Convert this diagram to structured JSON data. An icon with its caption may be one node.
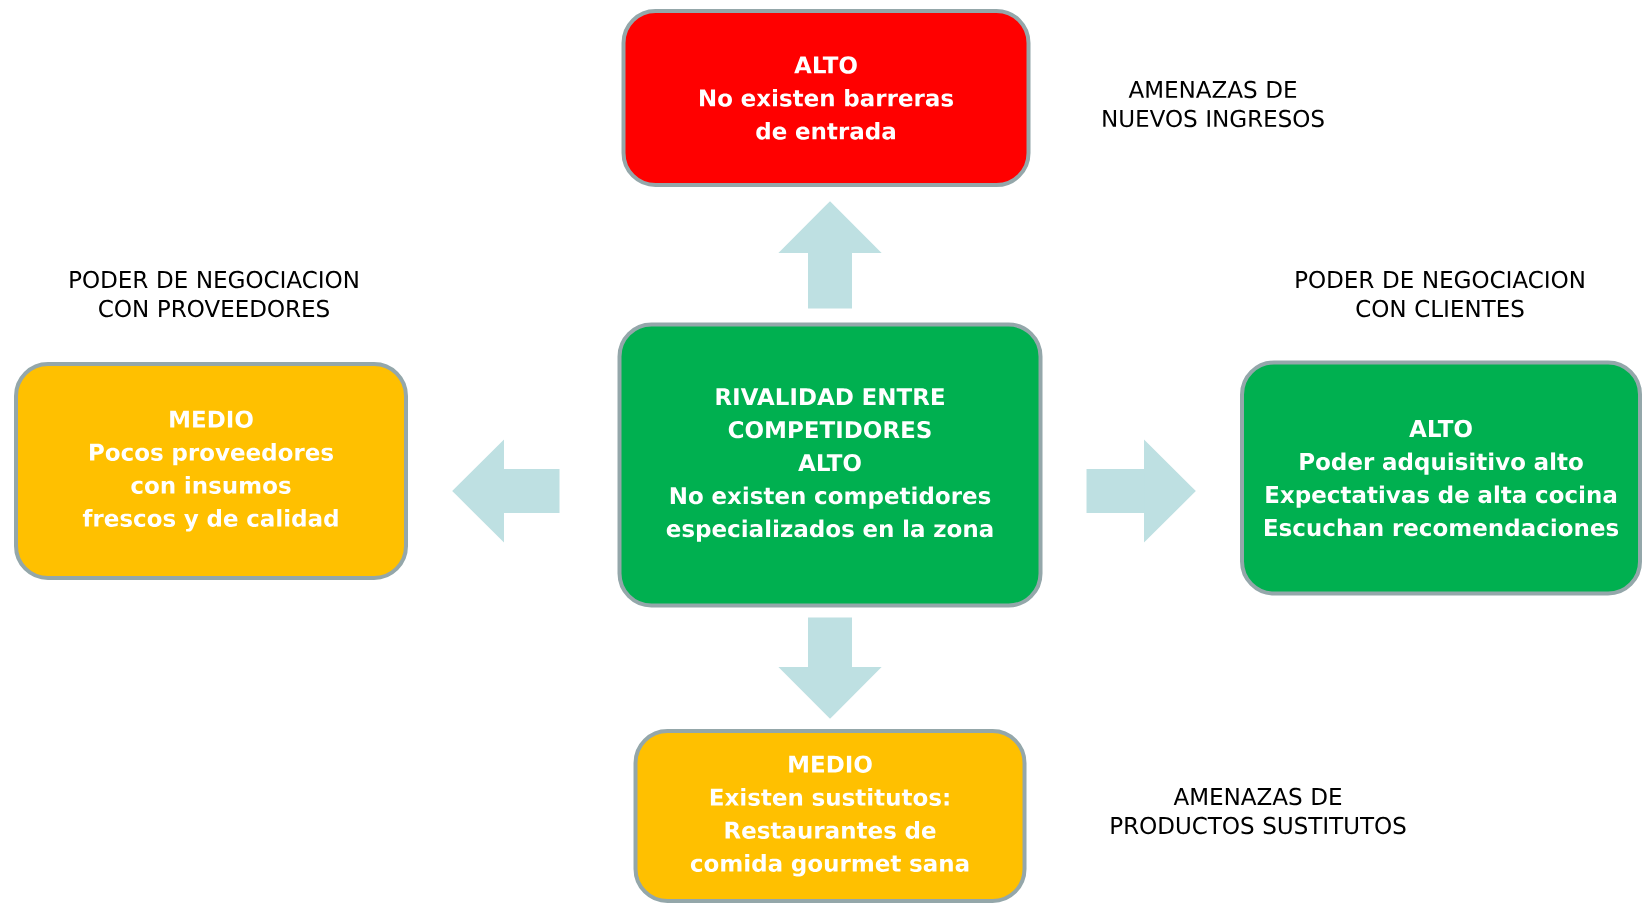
{
  "diagram": {
    "nodes": [
      {
        "text": [
          "ALTO",
          "No existen barreras de entrada"
        ],
        "beside": [
          "AMENAZAS DE NUEVOS INGRESOS"
        ]
      },
      {
        "text": [
          "MEDIO",
          "Pocos proveedores con insumos frescos y de calidad"
        ],
        "beside": [
          "PODER DE NEGOCIACION CON PROVEEDORES"
        ]
      },
      {
        "text": [
          "RIVALIDAD ENTRE COMPETIDORES",
          "ALTO",
          "No existen competidores especializados en la zona"
        ]
      },
      {
        "text": [
          "ALTO",
          "Poder adquisitivo alto",
          "Expectativas de alta cocina",
          "Escuchan recomendaciones"
        ],
        "beside": [
          "PODER DE NEGOCIACION CON CLIENTES"
        ]
      },
      {
        "text": [
          "MEDIO",
          "Existen sustitutos:",
          "Restaurantes de comida gourmet sana"
        ],
        "beside": [
          "AMENAZAS DE PRODUCTOS SUSTITUTOS"
        ]
      }
    ],
    "edges": [
      {
        "from": 2,
        "to": 0,
        "arrow": "to"
      },
      {
        "from": 2,
        "to": 1,
        "arrow": "to"
      },
      {
        "from": 2,
        "to": 3,
        "arrow": "to"
      },
      {
        "from": 2,
        "to": 4,
        "arrow": "to"
      }
    ]
  }
}
